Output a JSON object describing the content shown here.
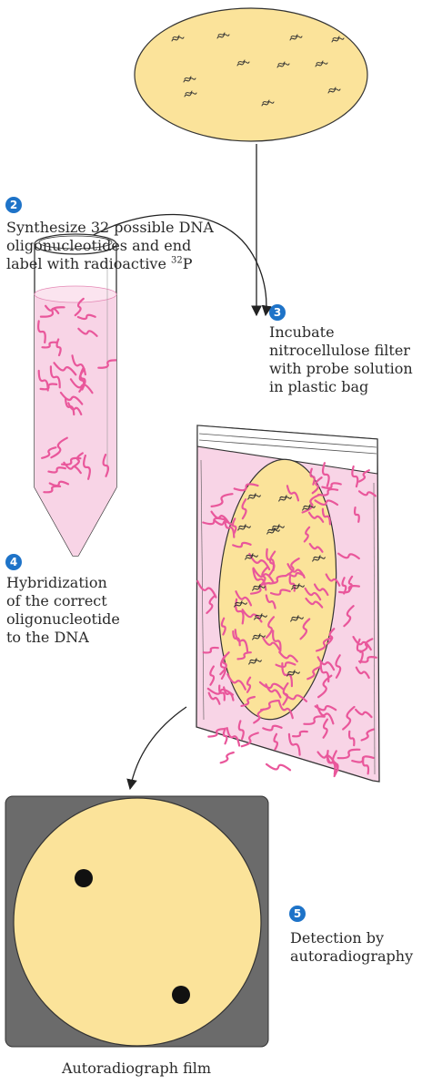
{
  "colors": {
    "step_badge": "#1e73c8",
    "colony_plate": "#fbe39a",
    "plate_outline": "#333333",
    "probe_pink": "#f8d4e6",
    "probe_strand": "#e9579b",
    "film_frame": "#6b6b6b",
    "film_disc": "#fbe39a",
    "spot": "#111111"
  },
  "icons": {
    "colony": "colony-squiggle-icon",
    "step_badge": "numbered-circle-icon",
    "arrow": "curved-arrow-icon"
  },
  "steps": {
    "step2": {
      "number": "2",
      "lines": [
        "Synthesize 32 possible DNA",
        "oligonucleotides and end",
        "label with radioactive "
      ],
      "isotope_mass": "32",
      "isotope_symbol": "P"
    },
    "step3": {
      "number": "3",
      "lines": [
        "Incubate",
        "nitrocellulose filter",
        "with probe solution",
        "in plastic bag"
      ]
    },
    "step4": {
      "number": "4",
      "lines": [
        "Hybridization",
        "of the correct",
        "oligonucleotide",
        "to the DNA"
      ]
    },
    "step5": {
      "number": "5",
      "lines": [
        "Detection by",
        "autoradiography"
      ]
    }
  },
  "film_caption": "Autoradiograph film"
}
